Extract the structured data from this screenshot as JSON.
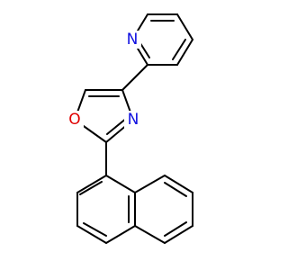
{
  "molecule": {
    "atoms": {
      "N_pyridine": {
        "symbol": "N",
        "color": "#1010e0"
      },
      "N_oxazole": {
        "symbol": "N",
        "color": "#1010e0"
      },
      "O_oxazole": {
        "symbol": "O",
        "color": "#e00000"
      }
    },
    "bond_color": "#000000"
  }
}
